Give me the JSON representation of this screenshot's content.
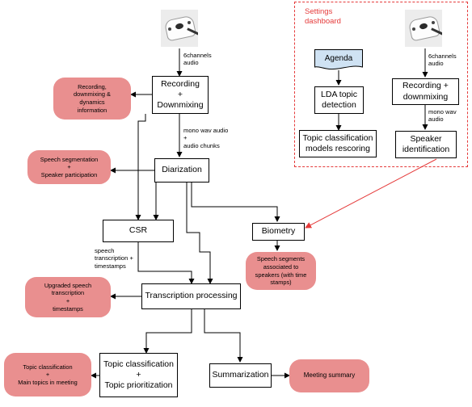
{
  "settings": {
    "title": "Settings\ndashboard"
  },
  "devices": [
    {
      "name": "microphone-array-main",
      "label": "6channels\naudio"
    },
    {
      "name": "microphone-array-settings",
      "label": "6channels\naudio"
    }
  ],
  "boxes": {
    "recording": "Recording\n+\nDownmixing",
    "diarization": "Diarization",
    "csr": "CSR",
    "biometry": "Biometry",
    "transcription": "Transcription processing",
    "topic": "Topic classification\n+\nTopic prioritization",
    "summarization": "Summarization",
    "agenda": "Agenda",
    "lda": "LDA topic\ndetection",
    "rescoring": "Topic classification\nmodels rescoring",
    "rec_settings": "Recording +\ndownmixing",
    "speaker_id": "Speaker\nidentification"
  },
  "outputs": {
    "recording_info": "Recording,\ndownmixing &\ndynamics\ninformation",
    "segmentation": "Speech segmentation\n+\nSpeaker participation",
    "speech_segments": "Speech segments\nassociated to\nspeakers (with time\nstamps)",
    "upgraded": "Upgraded speech\ntranscription\n+\ntimestamps",
    "topics": "Topic classification\n+\nMain topics in meeting",
    "summary": "Meeting summary"
  },
  "notes": {
    "mono_chunks": "mono wav audio\n+\naudio chunks",
    "speech_ts": "speech\ntranscription +\ntimestamps",
    "mono_settings": "mono wav\naudio"
  },
  "colors": {
    "output_fill": "#e98f8f",
    "settings_accent": "#e53a3a",
    "line": "#000000"
  }
}
